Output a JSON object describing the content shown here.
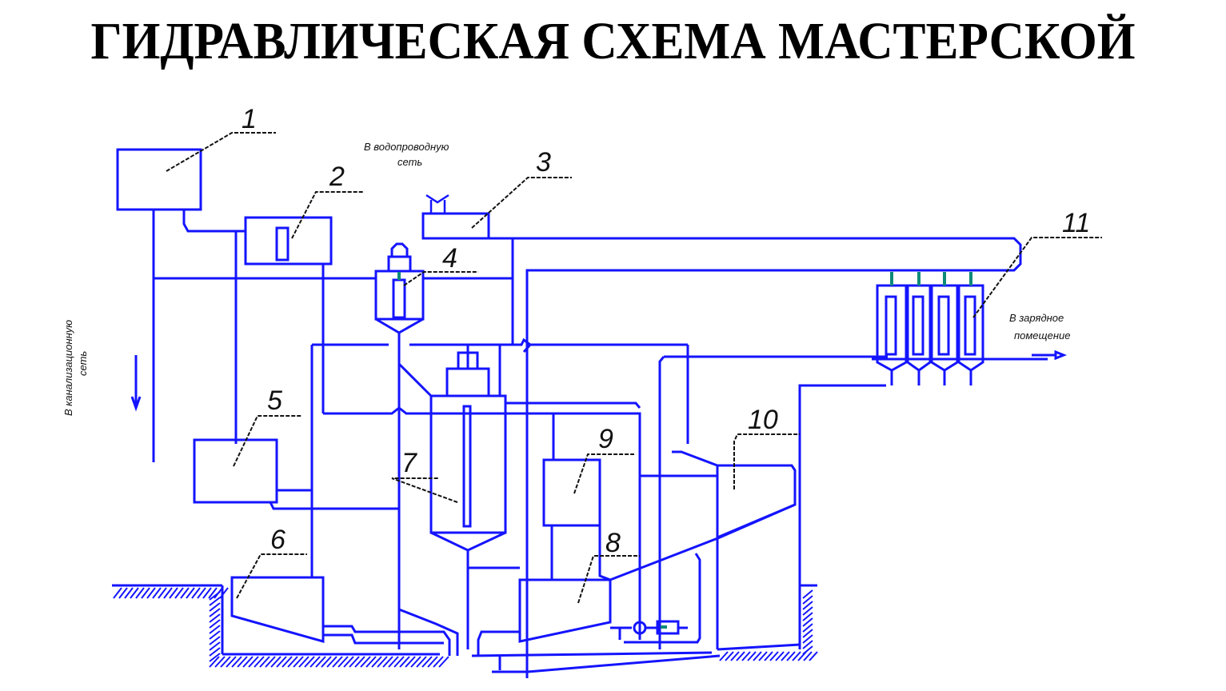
{
  "title": "ГИДРАВЛИЧЕСКАЯ СХЕМА МАСТЕРСКОЙ",
  "colors": {
    "pipe": "#1414ff",
    "valve": "#0e8a7a",
    "leader": "#111111",
    "background": "#ffffff"
  },
  "callouts": [
    {
      "id": "1",
      "label": "1",
      "component": "tank-1"
    },
    {
      "id": "2",
      "label": "2",
      "component": "unit-2"
    },
    {
      "id": "3",
      "label": "3",
      "component": "unit-3"
    },
    {
      "id": "4",
      "label": "4",
      "component": "filter-4"
    },
    {
      "id": "5",
      "label": "5",
      "component": "tank-5"
    },
    {
      "id": "6",
      "label": "6",
      "component": "sump-6"
    },
    {
      "id": "7",
      "label": "7",
      "component": "vessel-7"
    },
    {
      "id": "8",
      "label": "8",
      "component": "tank-8"
    },
    {
      "id": "9",
      "label": "9",
      "component": "unit-9"
    },
    {
      "id": "10",
      "label": "10",
      "component": "tank-10"
    },
    {
      "id": "11",
      "label": "11",
      "component": "battery-bank-11"
    }
  ],
  "notes": {
    "water_supply": [
      "В водопроводную",
      "сеть"
    ],
    "sewer": [
      "В канализационную",
      "сеть"
    ],
    "charging_room": [
      "В зарядное",
      "помещение"
    ]
  }
}
